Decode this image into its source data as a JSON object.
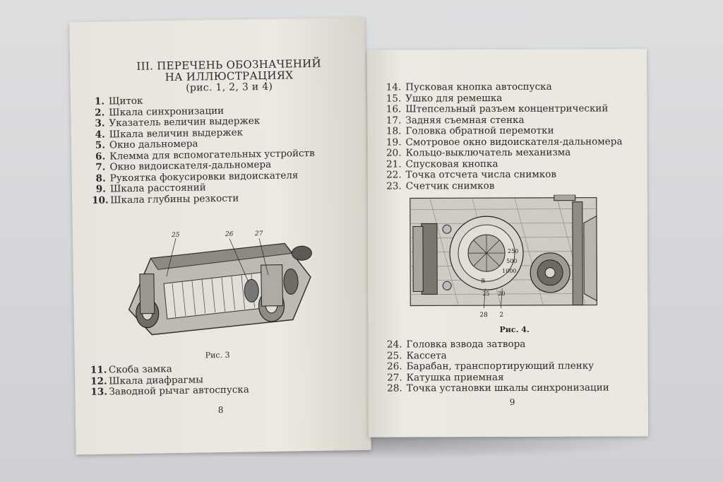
{
  "left_page": {
    "heading_line1": "III. ПЕРЕЧЕНЬ ОБОЗНАЧЕНИЙ",
    "heading_line2": "НА ИЛЛЮСТРАЦИЯХ",
    "heading_sub": "(рис. 1, 2, 3 и 4)",
    "items_top": [
      {
        "num": "1.",
        "text": "Щиток"
      },
      {
        "num": "2.",
        "text": "Шкала синхронизации"
      },
      {
        "num": "3.",
        "text": "Указатель величин выдержек"
      },
      {
        "num": "4.",
        "text": "Шкала величин выдержек"
      },
      {
        "num": "5.",
        "text": "Окно дальномера"
      },
      {
        "num": "6.",
        "text": "Клемма для вспомогательных устройств"
      },
      {
        "num": "7.",
        "text": "Окно видоискателя-дальномера"
      },
      {
        "num": "8.",
        "text": "Рукоятка фокусировки видоискателя"
      },
      {
        "num": "9.",
        "text": "Шкала расстояний"
      },
      {
        "num": "10.",
        "text": "Шкала глубины резкости"
      }
    ],
    "figure_labels": [
      "25",
      "26",
      "27"
    ],
    "caption": "Рис. 3",
    "items_bottom": [
      {
        "num": "11.",
        "text": "Скоба замка"
      },
      {
        "num": "12.",
        "text": "Шкала диафрагмы"
      },
      {
        "num": "13.",
        "text": "Заводной рычаг автоспуска"
      }
    ],
    "page_number": "8"
  },
  "right_page": {
    "items_top": [
      {
        "num": "14.",
        "text": "Пусковая кнопка автоспуска"
      },
      {
        "num": "15.",
        "text": "Ушко для ремешка"
      },
      {
        "num": "16.",
        "text": "Штепсельный разъем концентрический"
      },
      {
        "num": "17.",
        "text": "Задняя съемная стенка"
      },
      {
        "num": "18.",
        "text": "Головка обратной перемотки"
      },
      {
        "num": "19.",
        "text": "Смотровое окно видоискателя-дальномера"
      },
      {
        "num": "20.",
        "text": "Кольцо-выключатель механизма"
      },
      {
        "num": "21.",
        "text": "Спусковая кнопка"
      },
      {
        "num": "22.",
        "text": "Точка отсчета числа снимков"
      },
      {
        "num": "23.",
        "text": "Счетчик снимков"
      }
    ],
    "figure_labels": [
      "28",
      "2"
    ],
    "dial_labels": [
      "250",
      "500",
      "1000",
      "В",
      "25",
      "20"
    ],
    "caption": "Рис. 4.",
    "items_bottom": [
      {
        "num": "24.",
        "text": "Головка взвода затвора"
      },
      {
        "num": "25.",
        "text": "Кассета"
      },
      {
        "num": "26.",
        "text": "Барабан, транспортирующий пленку"
      },
      {
        "num": "27.",
        "text": "Катушка приемная"
      },
      {
        "num": "28.",
        "text": "Точка установки шкалы синхронизации"
      }
    ],
    "page_number": "9"
  }
}
